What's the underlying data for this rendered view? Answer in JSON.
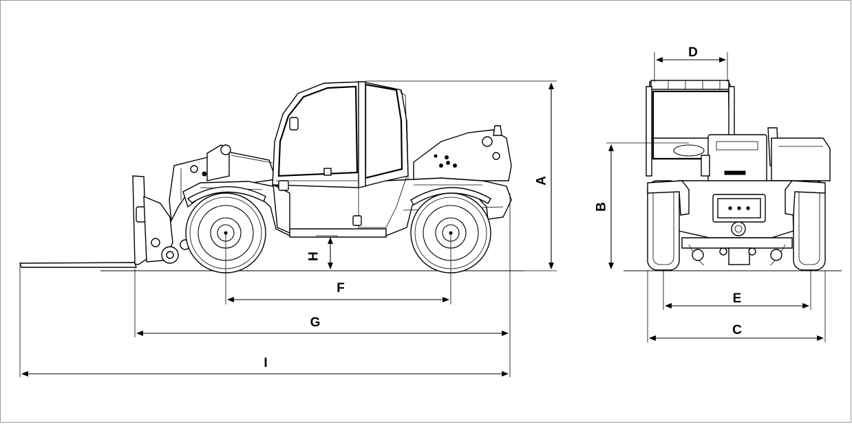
{
  "diagram": {
    "dimensions": {
      "A": "A",
      "B": "B",
      "C": "C",
      "D": "D",
      "E": "E",
      "F": "F",
      "G": "G",
      "H": "H",
      "I": "I"
    }
  }
}
